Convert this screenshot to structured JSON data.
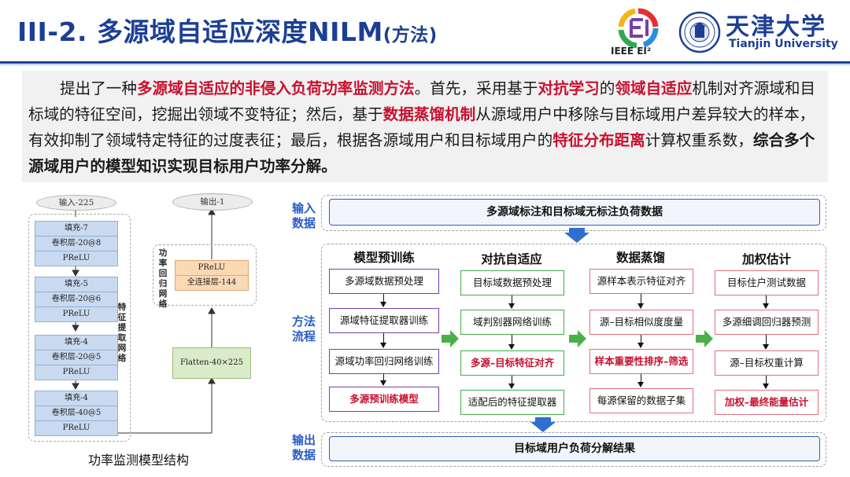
{
  "header": {
    "title_main": "III-2. 多源域自适应深度NILM",
    "title_suffix": "(方法)",
    "ieee_label": "IEEE EI²",
    "university_cn": "天津大学",
    "university_en": "Tianjin University"
  },
  "intro": {
    "segments": [
      {
        "text": "提出了一种",
        "style": "normal"
      },
      {
        "text": "多源域自适应的非侵入负荷功率监测方法",
        "style": "hl"
      },
      {
        "text": "。首先，采用基于",
        "style": "normal"
      },
      {
        "text": "对抗学习",
        "style": "hl"
      },
      {
        "text": "的",
        "style": "normal"
      },
      {
        "text": "领域自适应",
        "style": "hl"
      },
      {
        "text": "机制对齐源域和目标域的特征空间，挖掘出领域不变特征；然后，基于",
        "style": "normal"
      },
      {
        "text": "数据蒸馏机制",
        "style": "hl"
      },
      {
        "text": "从源域用户中移除与目标域用户差异较大的样本，有效抑制了领域特定特征的过度表征；最后，根据各源域用户和目标域用户的",
        "style": "normal"
      },
      {
        "text": "特征分布距离",
        "style": "hl"
      },
      {
        "text": "计算权重系数，",
        "style": "normal"
      },
      {
        "text": "综合多个源域用户的模型知识实现目标用户功率分解。",
        "style": "bd"
      }
    ]
  },
  "model": {
    "input": "输入-225",
    "output": "输出-1",
    "blocks": [
      [
        "填充-7",
        "卷积层-20@8",
        "PReLU"
      ],
      [
        "填充-5",
        "卷积层-20@6",
        "PReLU"
      ],
      [
        "填充-4",
        "卷积层-20@5",
        "PReLU"
      ],
      [
        "填充-4",
        "卷积层-40@5",
        "PReLU"
      ]
    ],
    "feature_label": "特征提取网络",
    "regression_label": "功率回归网络",
    "regression_layers": [
      "PReLU",
      "全连接层-144"
    ],
    "flatten": "Flatten-40×225",
    "caption": "功率监测模型结构"
  },
  "flow": {
    "input_label": "输入数据",
    "process_label": "方法流程",
    "output_label": "输出数据",
    "input_box": "多源域标注和目标域无标注负荷数据",
    "output_box": "目标域用户负荷分解结果",
    "columns": [
      {
        "title": "模型预训练",
        "color": "purple",
        "steps": [
          "多源域数据预处理",
          "源域特征提取器训练",
          "源域功率回归网络训练",
          "多源预训练模型"
        ]
      },
      {
        "title": "对抗自适应",
        "color": "green",
        "steps": [
          "目标域数据预处理",
          "域判别器网络训练",
          "多源–目标特征对齐",
          "适配后的特征提取器"
        ]
      },
      {
        "title": "数据蒸馏",
        "color": "red",
        "steps": [
          "源样本表示特征对齐",
          "源–目标相似度度量",
          "样本重要性排序–筛选",
          "每源保留的数据子集"
        ]
      },
      {
        "title": "加权估计",
        "color": "red",
        "steps": [
          "目标住户测试数据",
          "多源细调回归器预测",
          "源–目标权重计算",
          "加权–最终能量估计"
        ]
      }
    ]
  },
  "colors": {
    "brand_blue": "#1c3f94",
    "highlight_red": "#c8102e",
    "flow_blue": "#2a5cc4"
  }
}
